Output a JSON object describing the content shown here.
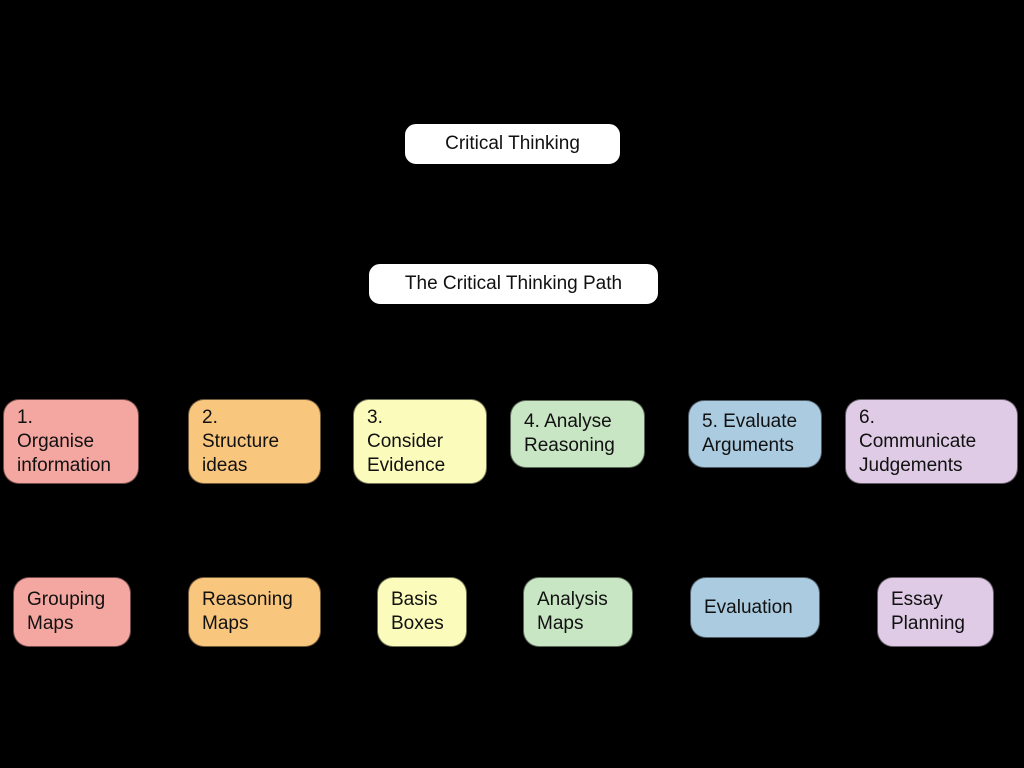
{
  "canvas": {
    "background": "#000000",
    "text_color": "#111111"
  },
  "root_node": {
    "label": "Critical Thinking",
    "fill": "#FFFFFF"
  },
  "path_node": {
    "label": "The Critical Thinking Path",
    "fill": "#FFFFFF"
  },
  "steps": [
    {
      "label": "1.\nOrganise\ninformation",
      "color": "#F4A6A1"
    },
    {
      "label": "2.\nStructure\nideas",
      "color": "#F9C67E"
    },
    {
      "label": "3.\nConsider\nEvidence",
      "color": "#FBFBBC"
    },
    {
      "label": "4. Analyse\nReasoning",
      "color": "#C9E6C4"
    },
    {
      "label": "5. Evaluate\nArguments",
      "color": "#ABCBE0"
    },
    {
      "label": "6.\nCommunicate\nJudgements",
      "color": "#DFCBE5"
    }
  ],
  "tools": [
    {
      "label": "Grouping\nMaps",
      "color": "#F4A6A1"
    },
    {
      "label": "Reasoning\nMaps",
      "color": "#F9C67E"
    },
    {
      "label": "Basis\nBoxes",
      "color": "#FBFBBC"
    },
    {
      "label": "Analysis\nMaps",
      "color": "#C9E6C4"
    },
    {
      "label": "Evaluation",
      "color": "#ABCBE0"
    },
    {
      "label": "Essay\nPlanning",
      "color": "#DFCBE5"
    }
  ]
}
